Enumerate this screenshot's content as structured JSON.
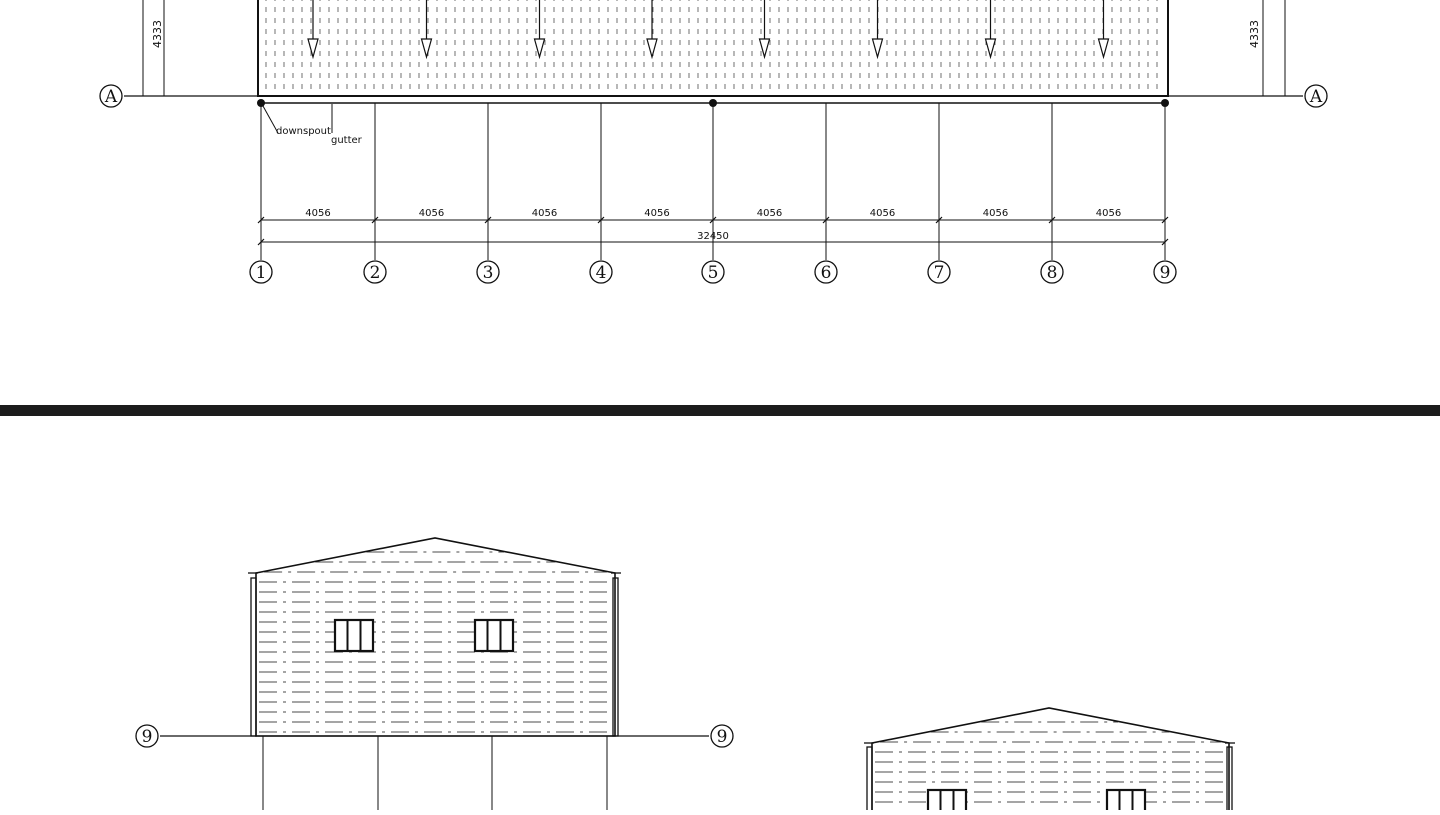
{
  "plan": {
    "row_grid_label": "A",
    "side_dim": "4333",
    "labels": {
      "downspout": "downspout",
      "gutter": "gutter"
    },
    "bay_dims": [
      "4056",
      "4056",
      "4056",
      "4056",
      "4056",
      "4056",
      "4056",
      "4056"
    ],
    "total_dim": "32450",
    "grid_bubbles": [
      "1",
      "2",
      "3",
      "4",
      "5",
      "6",
      "7",
      "8",
      "9"
    ]
  },
  "elevation_left": {
    "grid_left": "9",
    "grid_right": "9"
  },
  "colors": {
    "line": "#111111",
    "divider": "#1c1c1c",
    "background": "#ffffff"
  }
}
